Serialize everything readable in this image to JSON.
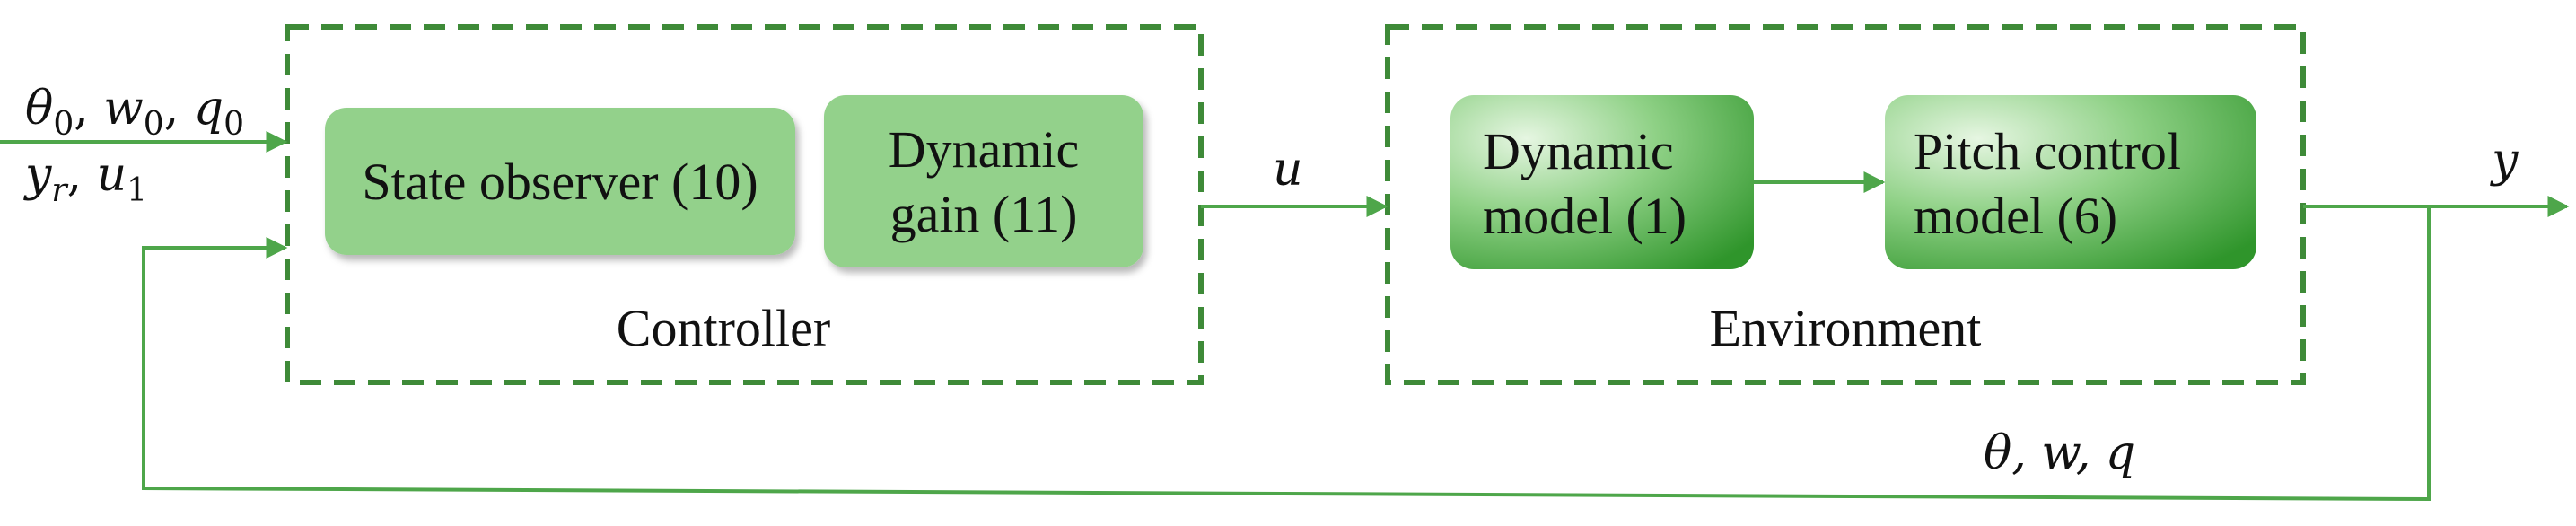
{
  "inputs": {
    "theta0": "θ",
    "theta0_sub": "0",
    "w0": "w",
    "w0_sub": "0",
    "q0": "q",
    "q0_sub": "0",
    "yr": "y",
    "yr_sub": "r",
    "u1": "u",
    "u1_sub": "1",
    "sep": ", "
  },
  "controller": {
    "label": "Controller",
    "state_observer": "State observer (10)",
    "dynamic_gain_line1": "Dynamic",
    "dynamic_gain_line2": "gain (11)"
  },
  "environment": {
    "label": "Environment",
    "dynamic_model_line1": "Dynamic",
    "dynamic_model_line2": "model (1)",
    "pitch_model_line1": "Pitch control",
    "pitch_model_line2": "model (6)"
  },
  "signals": {
    "u": "u",
    "y": "y",
    "feedback": "θ, w, q"
  },
  "colors": {
    "box_flat": "#93d18b",
    "box_grad_light": "#e4f5e0",
    "box_grad_dark": "#3a9b34",
    "line": "#4ea64a",
    "dashed": "#3e8a38"
  }
}
